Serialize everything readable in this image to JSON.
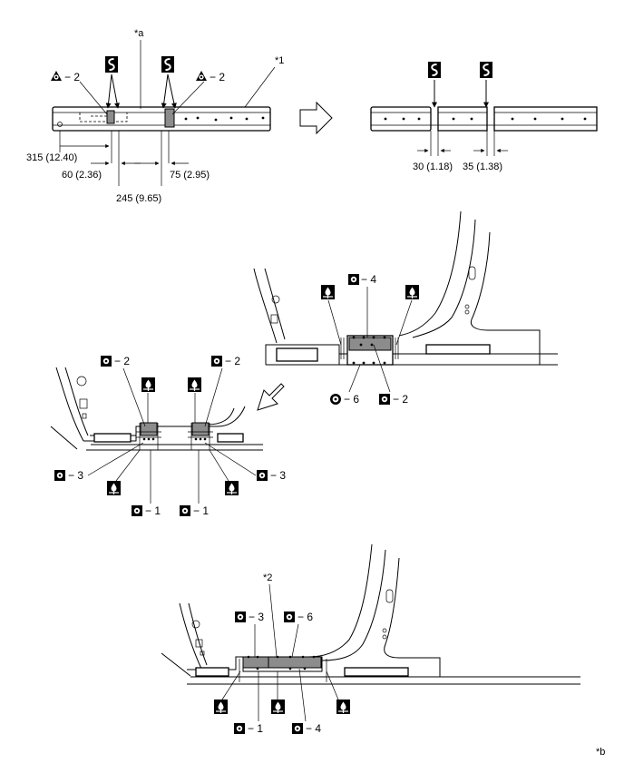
{
  "title": "",
  "figure_code": "*b",
  "top_left": {
    "marker_a": "*a",
    "marker_1": "*1",
    "weld_left": "− 2",
    "weld_right": "− 2",
    "dims": {
      "d315": "315 (12.40)",
      "d60": "60 (2.36)",
      "d245": "245 (9.65)",
      "d75": "75 (2.95)"
    }
  },
  "top_right": {
    "dims": {
      "d30": "30 (1.18)",
      "d35": "35 (1.38)"
    }
  },
  "middle_right": {
    "callouts": {
      "c4": "− 4",
      "c6": "− 6",
      "c2": "− 2"
    }
  },
  "middle_left": {
    "callouts": {
      "c2_left": "− 2",
      "c2_right": "− 2",
      "c3_left": "− 3",
      "c3_right": "− 3",
      "c1_left": "− 1",
      "c1_right": "− 1"
    }
  },
  "bottom": {
    "marker_2": "*2",
    "callouts": {
      "c3": "− 3",
      "c6": "− 6",
      "c1": "− 1",
      "c4": "− 4"
    }
  },
  "icons": [
    "cut-symbol-icon",
    "weld-triangle-icon",
    "spot-weld-square-icon",
    "plug-weld-circle-icon",
    "sealer-drop-icon",
    "arrow-outline-icon"
  ]
}
